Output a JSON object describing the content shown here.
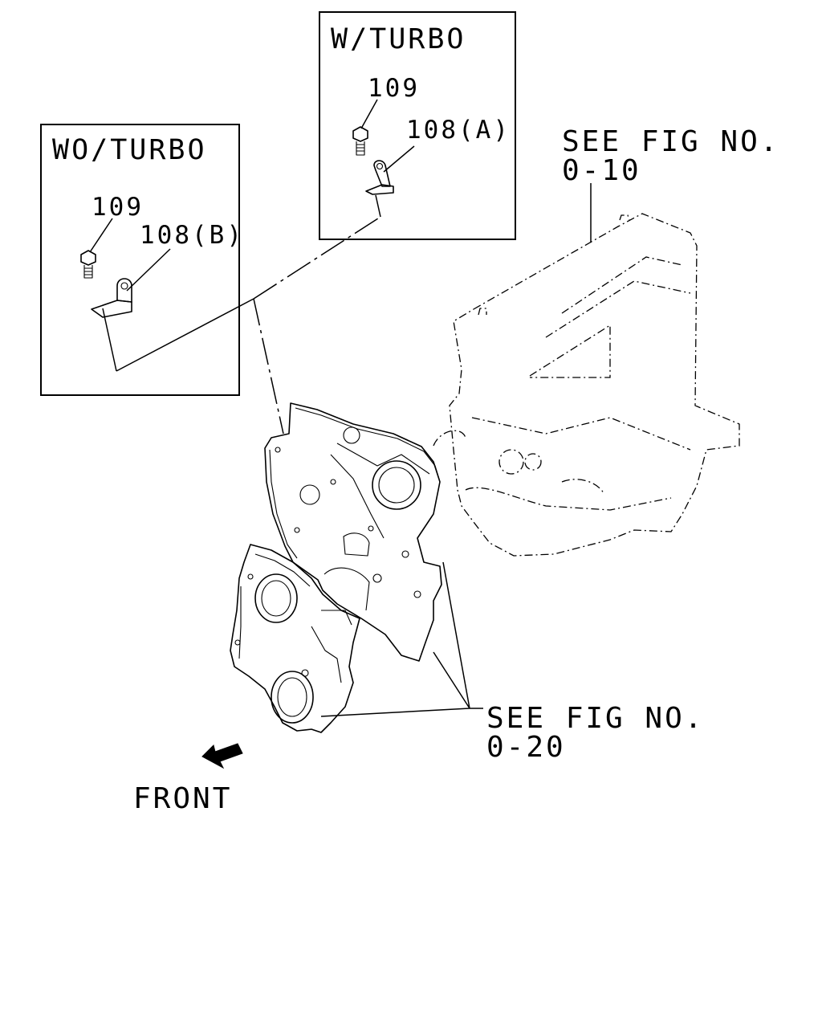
{
  "inset_w_turbo": {
    "title": "W/TURBO",
    "bolt_ref": "109",
    "bracket_ref": "108(A)"
  },
  "inset_wo_turbo": {
    "title": "WO/TURBO",
    "bolt_ref": "109",
    "bracket_ref": "108(B)"
  },
  "refs": {
    "engine": {
      "line1": "SEE FIG NO.",
      "line2": "0-10"
    },
    "timing_cover": {
      "line1": "SEE FIG NO.",
      "line2": "0-20"
    }
  },
  "front_label": "FRONT"
}
